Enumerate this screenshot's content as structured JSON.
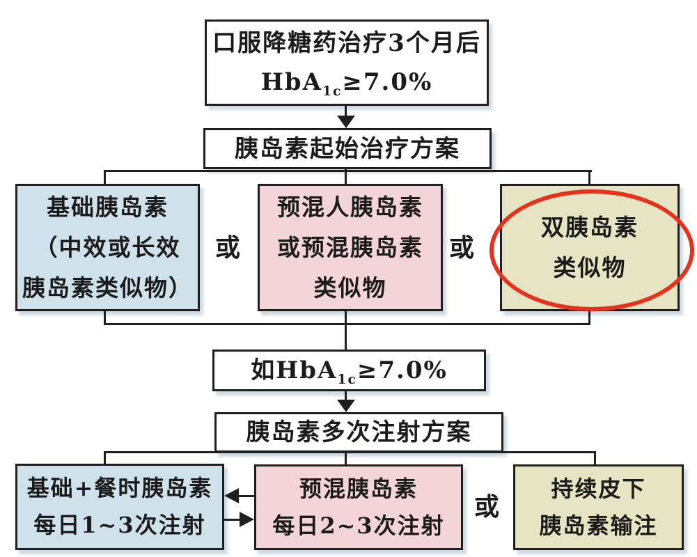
{
  "flowchart": {
    "start": {
      "line1": "口服降糖药治疗3个月后",
      "line2_prefix": "HbA",
      "line2_sub": "1c",
      "line2_suffix": "≥7.0%"
    },
    "init_plan": "胰岛素起始治疗方案",
    "or": "或",
    "basal_insulin": {
      "line1": "基础胰岛素",
      "line2": "（中效或长效",
      "line3": "胰岛素类似物）"
    },
    "premix_insulin": {
      "line1": "预混人胰岛素",
      "line2": "或预混胰岛素",
      "line3": "类似物"
    },
    "dual_insulin": {
      "line1": "双胰岛素",
      "line2": "类似物"
    },
    "if_hba1c": {
      "prefix": "如HbA",
      "sub": "1c",
      "suffix": "≥7.0%"
    },
    "multi_injection": "胰岛素多次注射方案",
    "basal_bolus": {
      "line1": "基础+餐时胰岛素",
      "line2": "每日1~3次注射"
    },
    "premix_daily": {
      "line1": "预混胰岛素",
      "line2": "每日2~3次注射"
    },
    "csii": {
      "line1": "持续皮下",
      "line2": "胰岛素输注"
    }
  },
  "colors": {
    "basal_fill": "#cfe1eb",
    "premix_fill": "#f3d5d9",
    "dual_fill": "#e6e4c2",
    "highlight_ellipse": "#e5321f",
    "line": "#1f1f1f"
  }
}
